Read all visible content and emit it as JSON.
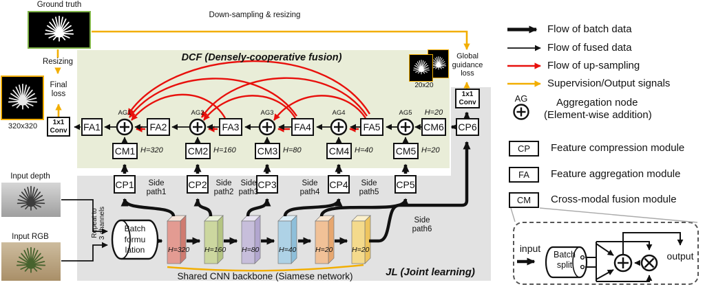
{
  "colors": {
    "dcf_background": "#e9edd8",
    "jl_background": "#e2e2e2",
    "flow_batch_black": "#111111",
    "flow_upsampling_red": "#e8100c",
    "supervision_yellow": "#f2ae00",
    "ground_truth_border_green": "#7fb347"
  },
  "top": {
    "ground_truth_label": "Ground truth",
    "downsampling_label": "Down-sampling & resizing",
    "resizing_label": "Resizing",
    "final_loss_lines": [
      "Final",
      "loss"
    ],
    "conv_1x1_lines": [
      "1x1",
      "Conv"
    ],
    "output_size_label": "320x320"
  },
  "dcf": {
    "title": "DCF (Densely-cooperative fusion)",
    "ag_labels": [
      "AG1",
      "AG2",
      "AG3",
      "AG4",
      "AG5"
    ],
    "fa_labels": [
      "FA1",
      "FA2",
      "FA3",
      "FA4",
      "FA5"
    ],
    "cm_labels": [
      "CM1",
      "CM2",
      "CM3",
      "CM4",
      "CM5"
    ],
    "cm_h_labels": [
      "H=320",
      "H=160",
      "H=80",
      "H=40",
      "H=20"
    ],
    "cm6_label": "CM6",
    "cm6_h_label": "H=20"
  },
  "guidance": {
    "size_label": "20x20",
    "loss_lines": [
      "Global",
      "guidance",
      "loss"
    ],
    "conv_1x1_lines": [
      "1x1",
      "Conv"
    ],
    "cp6_label": "CP6"
  },
  "jl": {
    "title": "JL (Joint learning)",
    "cp_labels": [
      "CP1",
      "CP2",
      "CP3",
      "CP4",
      "CP5"
    ],
    "side_path_labels": [
      "Side path1",
      "Side path2",
      "Side path3",
      "Side path4",
      "Side path5",
      "Side path6"
    ],
    "input_depth_label": "Input depth",
    "input_rgb_label": "Input RGB",
    "repeat_lines": [
      "Repeat to",
      "3 channels"
    ],
    "batch_formulation_lines": [
      "Batch",
      "formu",
      "lation"
    ],
    "backbone_h_labels": [
      "H=320",
      "H=160",
      "H=80",
      "H=40",
      "H=20",
      "H=20"
    ],
    "backbone_caption": "Shared CNN backbone (Siamese network)"
  },
  "legend": {
    "flow_labels": [
      "Flow of batch data",
      "Flow of fused data",
      "Flow of up-sampling",
      "Supervision/Output signals"
    ],
    "ag_symbol_label": "AG",
    "ag_desc_lines": [
      "Aggregation node",
      "(Element-wise addition)"
    ],
    "modules": [
      {
        "abbr": "CP",
        "desc": "Feature compression module"
      },
      {
        "abbr": "FA",
        "desc": "Feature aggregation module"
      },
      {
        "abbr": "CM",
        "desc": "Cross-modal fusion module"
      }
    ],
    "detail": {
      "input_label": "input",
      "batch_split_lines": [
        "Batch",
        "split"
      ],
      "output_label": "output"
    }
  }
}
